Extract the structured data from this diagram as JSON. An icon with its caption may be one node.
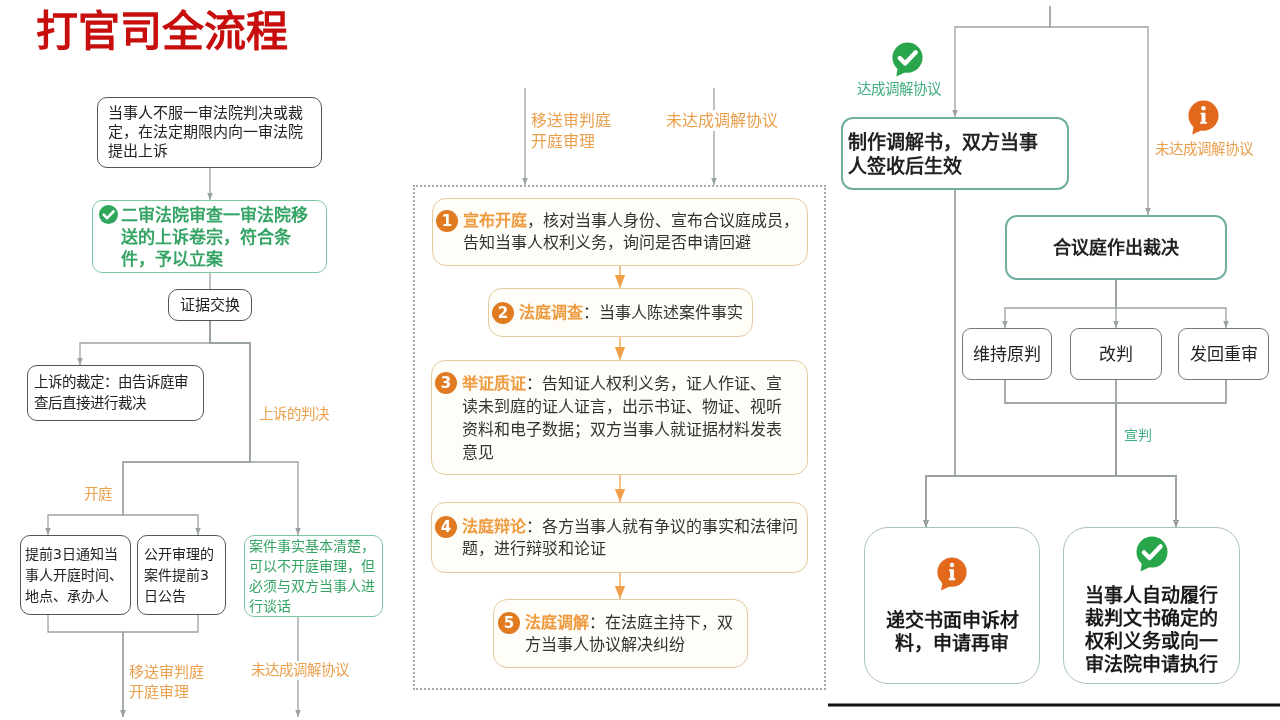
{
  "diagram": {
    "title": "打官司全流程",
    "nodes": [
      {
        "text": [
          "当事人不服一审法院判决或裁定，在法定期限内向一审法院提出上诉"
        ]
      },
      {
        "text": [
          "二审法院审查一审法院移送的上诉卷宗，符合条件，予以立案"
        ]
      },
      {
        "text": [
          "证据交换"
        ]
      },
      {
        "text": [
          "上诉的裁定：由告诉庭审查后直接进行裁决"
        ]
      },
      {
        "text": [
          "提前3日通知当事人开庭时间、地点、承办人"
        ]
      },
      {
        "text": [
          "公开审理的案件提前3日公告"
        ]
      },
      {
        "text": [
          "案件事实基本清楚，可以不开庭审理，但必须与双方当事人进行谈话"
        ]
      },
      {
        "text": [],
        "shape": "box"
      },
      {
        "text": [
          "1",
          "**宣布开庭**，核对当事人身份、宣布合议庭成员，告知当事人权利义务，询问是否申请回避"
        ],
        "in": 7
      },
      {
        "text": [
          "2",
          "**法庭调查**：当事人陈述案件事实"
        ],
        "in": 7
      },
      {
        "text": [
          "3",
          "**举证质证**：告知证人权利义务，证人作证、宣读未到庭的证人证言，出示书证、物证、视听资料和电子数据；双方当事人就证据材料发表意见"
        ],
        "in": 7
      },
      {
        "text": [
          "4",
          "**法庭辩论**：各方当事人就有争议的事实和法律问题，进行辩驳和论证"
        ],
        "in": 7
      },
      {
        "text": [
          "5",
          "**法庭调解**：在法庭主持下，双方当事人协议解决纠纷"
        ],
        "in": 7
      },
      {
        "text": [
          "制作调解书，双方当事人签收后生效"
        ]
      },
      {
        "text": [
          "合议庭作出裁决"
        ]
      },
      {
        "text": [
          "维持原判"
        ]
      },
      {
        "text": [
          "改判"
        ]
      },
      {
        "text": [
          "发回重审"
        ]
      },
      {
        "text": [
          "递交书面申诉材料，申请再审"
        ]
      },
      {
        "text": [
          "当事人自动履行裁判文书确定的权利义务或向一审法院申请执行"
        ]
      }
    ],
    "edges": [
      {
        "from": 0,
        "to": 1,
        "arrow": "to"
      },
      {
        "from": 1,
        "to": 2,
        "arrow": "none"
      },
      {
        "from": 2,
        "to": 3,
        "arrow": "to"
      },
      {
        "from": 2,
        "to": 4,
        "arrow": "to",
        "label": "开庭"
      },
      {
        "from": 2,
        "to": 5,
        "arrow": "to"
      },
      {
        "from": 2,
        "to": 6,
        "arrow": "to",
        "label": "上诉的判决"
      },
      {
        "from": 4,
        "to": null,
        "arrow": "to",
        "label": "移送审判庭开庭审理"
      },
      {
        "from": 5,
        "to": null,
        "arrow": "to"
      },
      {
        "from": 6,
        "to": null,
        "arrow": "to",
        "label": "未达成调解协议"
      },
      {
        "from": null,
        "to": 7,
        "arrow": "to",
        "label": "移送审判庭开庭审理"
      },
      {
        "from": null,
        "to": 7,
        "arrow": "to",
        "label": "未达成调解协议"
      },
      {
        "from": 8,
        "to": 9,
        "arrow": "to",
        "color": "#f0a04b"
      },
      {
        "from": 9,
        "to": 10,
        "arrow": "to",
        "color": "#f0a04b"
      },
      {
        "from": 10,
        "to": 11,
        "arrow": "to",
        "color": "#f0a04b"
      },
      {
        "from": 11,
        "to": 12,
        "arrow": "to",
        "color": "#f0a04b"
      },
      {
        "from": null,
        "to": 13,
        "arrow": "to",
        "label": "达成调解协议"
      },
      {
        "from": null,
        "to": 14,
        "arrow": "to",
        "label": "未达成调解协议"
      },
      {
        "from": 14,
        "to": 15,
        "arrow": "to"
      },
      {
        "from": 14,
        "to": 16,
        "arrow": "to"
      },
      {
        "from": 14,
        "to": 17,
        "arrow": "to"
      },
      {
        "from": 13,
        "to": 18,
        "arrow": "to"
      },
      {
        "from": 13,
        "to": 19,
        "arrow": "to"
      },
      {
        "from": 15,
        "to": 18,
        "arrow": "to"
      },
      {
        "from": 15,
        "to": 19,
        "arrow": "to"
      },
      {
        "from": 16,
        "to": 18,
        "arrow": "to"
      },
      {
        "from": 16,
        "to": 19,
        "arrow": "to",
        "label": "宣判"
      },
      {
        "from": 17,
        "to": 18,
        "arrow": "to"
      },
      {
        "from": 17,
        "to": 19,
        "arrow": "to"
      }
    ]
  }
}
